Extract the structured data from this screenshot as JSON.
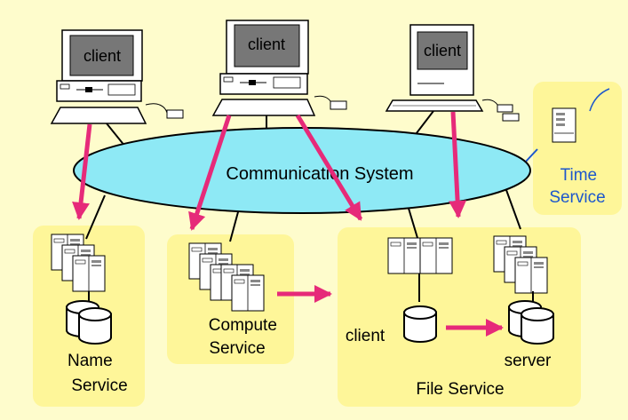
{
  "colors": {
    "background": "#fefccc",
    "service_box": "#fef699",
    "network": "#8ee9f5",
    "arrow": "#e62a79",
    "time_text": "#1d57cc"
  },
  "clients": [
    {
      "screen_label": "client"
    },
    {
      "screen_label": "client"
    },
    {
      "screen_label": "client"
    }
  ],
  "network_label": "Communication System",
  "services": {
    "name_service": "Name\nService",
    "compute_service": "Compute\nService",
    "file_service": "File Service",
    "file_client_label": "client",
    "file_server_label": "server",
    "time_service": "Time\nService"
  }
}
